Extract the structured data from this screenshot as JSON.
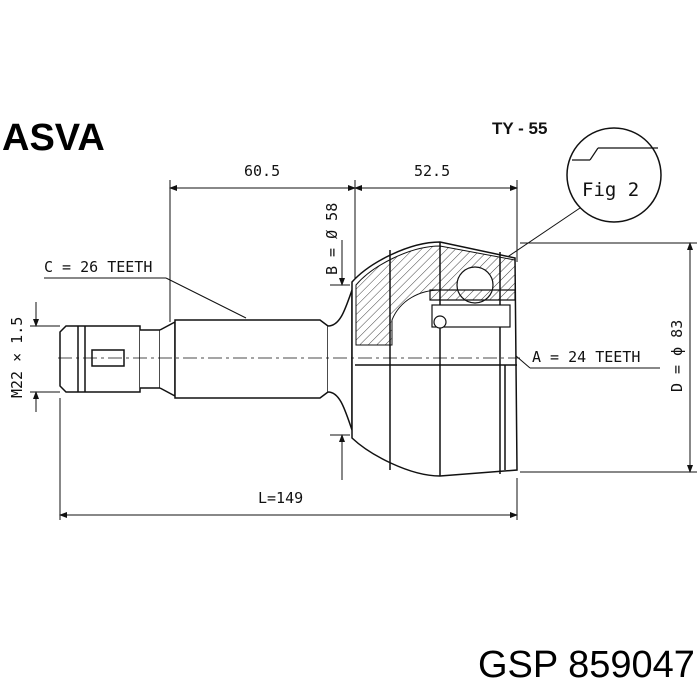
{
  "brand": "ASVA",
  "model_code": "TY - 55",
  "fig_label": "Fig 2",
  "dimensions": {
    "width_60_5": "60.5",
    "width_52_5": "52.5",
    "b_diameter": "B = Ø 58",
    "d_diameter": "D = ϕ 83",
    "thread": "M22 × 1.5",
    "length": "L=149"
  },
  "callouts": {
    "c_teeth": "C = 26 TEETH",
    "a_teeth": "A = 24 TEETH"
  },
  "part_number": "GSP 859047",
  "colors": {
    "line": "#111111",
    "background": "#ffffff"
  }
}
